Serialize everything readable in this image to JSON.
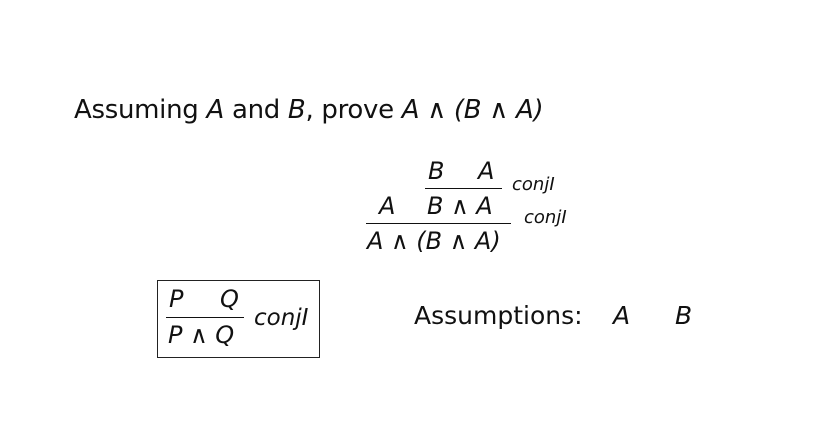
{
  "slide": {
    "title": {
      "assuming": "Assuming",
      "a": "A",
      "and": "and",
      "b": "B",
      "comma_prove": ", prove",
      "goal": "A ∧ (B ∧ A)"
    }
  },
  "proof_tree": {
    "top_premise_left": "B",
    "top_premise_right": "A",
    "top_rule": "conjI",
    "mid_left": "A",
    "mid_right": "B ∧ A",
    "bottom_rule": "conjI",
    "conclusion": "A ∧ (B ∧ A)"
  },
  "rule_definition": {
    "premise_left": "P",
    "premise_right": "Q",
    "conclusion": "P ∧ Q",
    "rule_name": "conjI"
  },
  "assumptions": {
    "label": "Assumptions:",
    "items": [
      "A",
      "B"
    ]
  }
}
